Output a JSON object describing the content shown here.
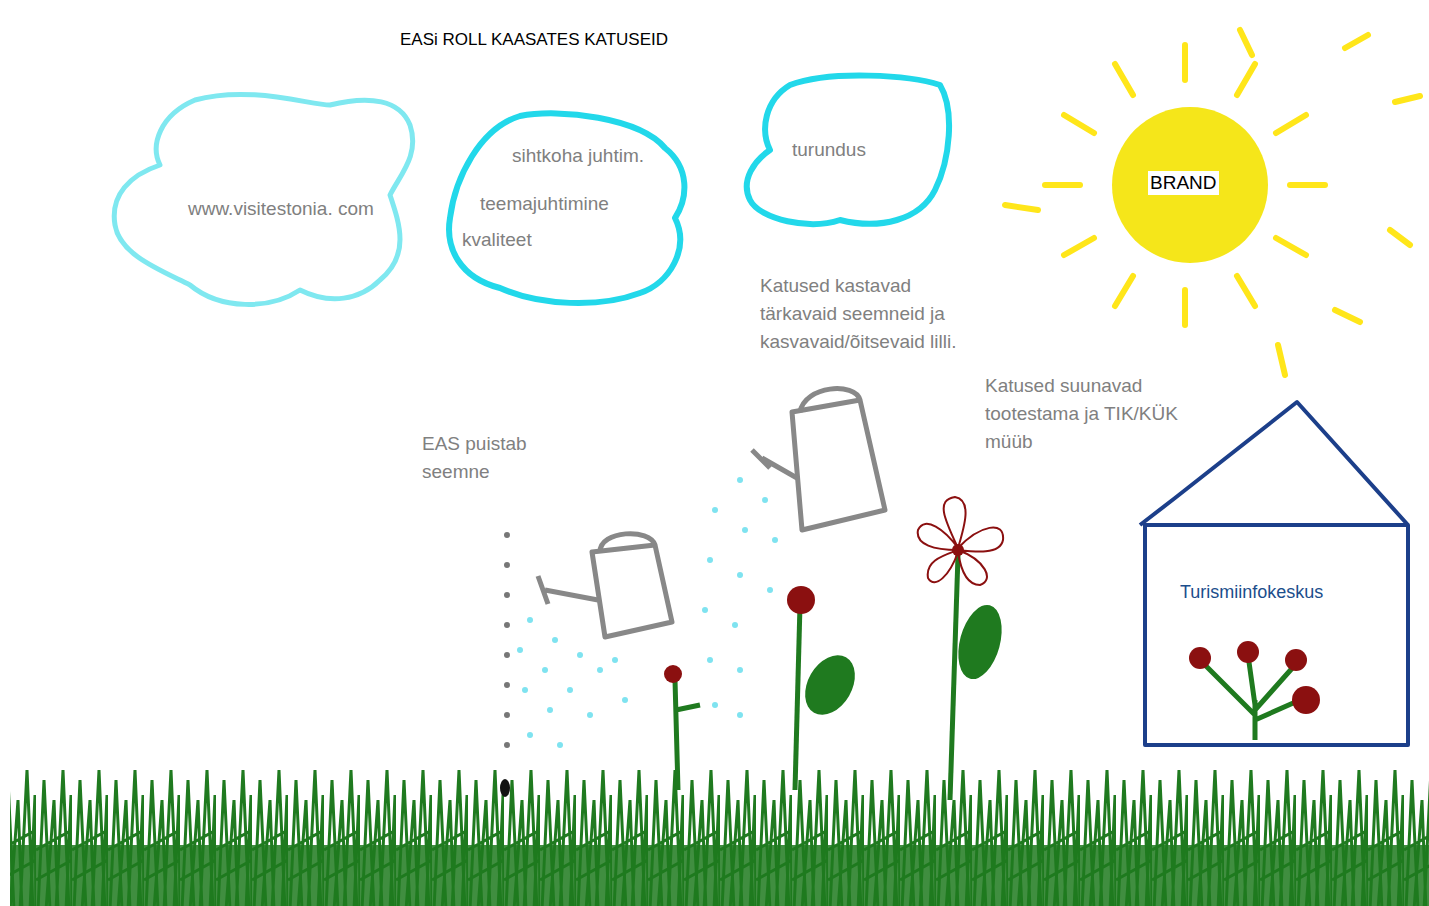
{
  "diagram": {
    "title": "EASi ROLL KAASATES KATUSEID",
    "nodes": [
      {
        "text": [
          "www.visitestonia. com"
        ]
      },
      {
        "text": [
          "sihtkoha juhtim.",
          "teemajuhtimine",
          "kvaliteet"
        ]
      },
      {
        "text": [
          "turundus"
        ]
      },
      {
        "text": [
          "BRAND"
        ]
      },
      {
        "text": [
          "Turismiinfokeskus"
        ]
      }
    ],
    "labels": [
      "Katused kastavad tärkavaid seemneid ja kasvavaid/õitsevaid lilli.",
      "Katused suunavad tootestama ja TIK/KÜK müüb",
      "EAS puistab seemne"
    ]
  }
}
